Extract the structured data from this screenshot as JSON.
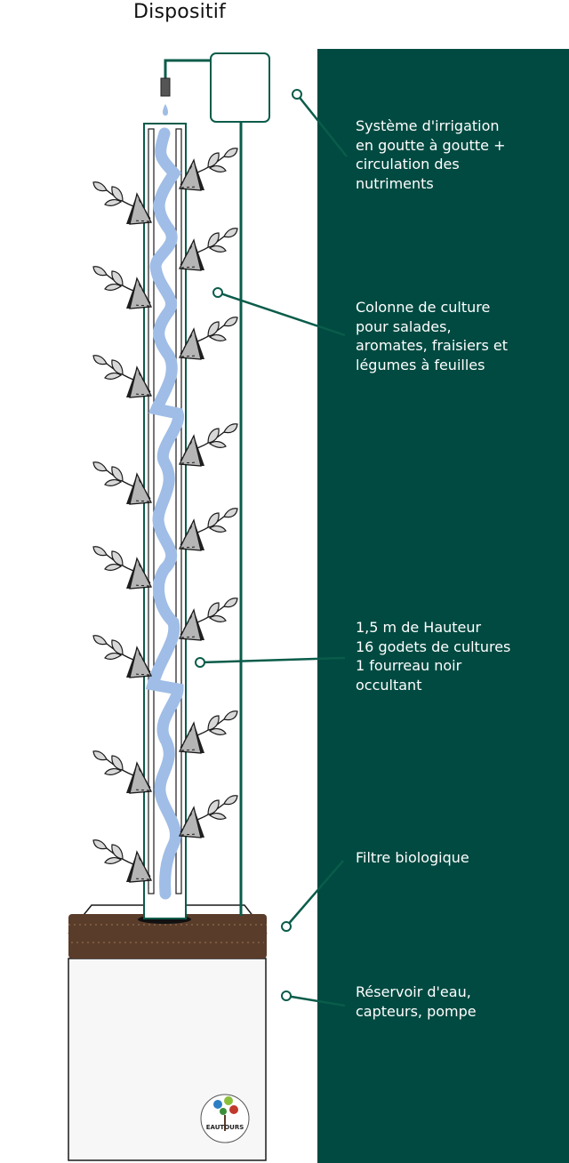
{
  "title": "Dispositif",
  "colors": {
    "panel": "#004a41",
    "pipe": "#0a5c4a",
    "water": "#9fbde6",
    "pot": "#b5b5b5",
    "soil": "#5a3c2a",
    "reservoir": "#f7f7f7"
  },
  "callouts": [
    {
      "id": "irrigation",
      "lines": [
        "Système d'irrigation",
        "en goutte à goutte +",
        "circulation des",
        "nutriments"
      ]
    },
    {
      "id": "colonne",
      "lines": [
        "Colonne de culture",
        "pour salades,",
        "aromates, fraisiers et",
        "légumes à feuilles"
      ]
    },
    {
      "id": "hauteur",
      "lines": [
        "1,5 m de Hauteur",
        "16 godets de cultures",
        "1 fourreau noir",
        "occultant"
      ]
    },
    {
      "id": "filtre",
      "lines": [
        "Filtre biologique"
      ]
    },
    {
      "id": "reservoir",
      "lines": [
        "Réservoir d'eau,",
        "capteurs, pompe"
      ]
    }
  ],
  "logo": {
    "text": "EAUTOURS",
    "icon": "tree-logo-icon"
  }
}
